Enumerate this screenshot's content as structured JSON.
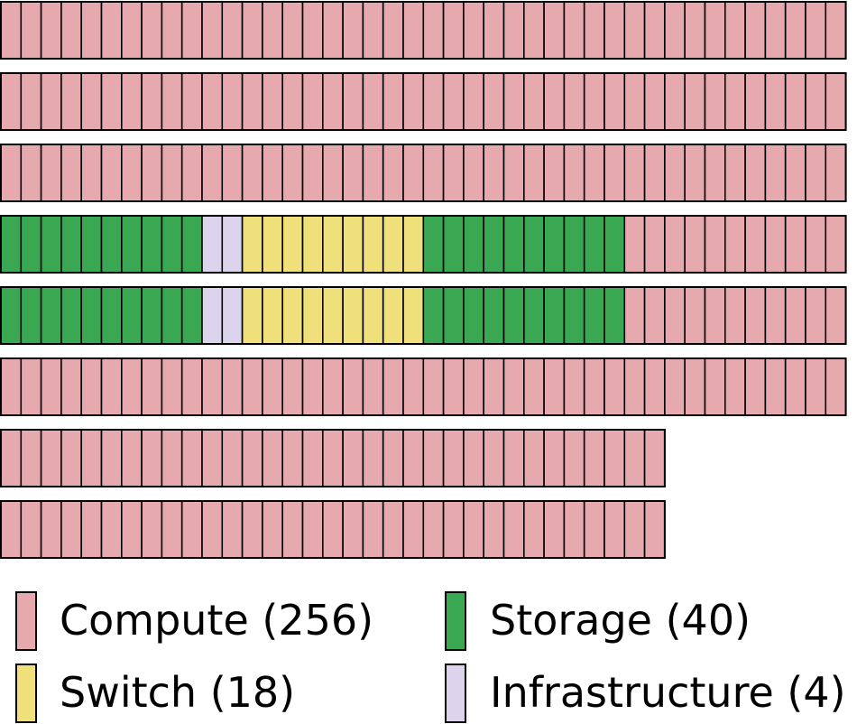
{
  "colors": {
    "compute": "#e6a9ad",
    "storage": "#3aa853",
    "switch": "#efe07c",
    "infrastructure": "#dcd4ec",
    "outline": "#000000"
  },
  "rows": [
    {
      "segments": [
        {
          "type": "compute",
          "count": 42
        }
      ]
    },
    {
      "segments": [
        {
          "type": "compute",
          "count": 42
        }
      ]
    },
    {
      "segments": [
        {
          "type": "compute",
          "count": 42
        }
      ]
    },
    {
      "segments": [
        {
          "type": "storage",
          "count": 10
        },
        {
          "type": "infrastructure",
          "count": 2
        },
        {
          "type": "switch",
          "count": 9
        },
        {
          "type": "storage",
          "count": 10
        },
        {
          "type": "compute",
          "count": 11
        }
      ]
    },
    {
      "segments": [
        {
          "type": "storage",
          "count": 10
        },
        {
          "type": "infrastructure",
          "count": 2
        },
        {
          "type": "switch",
          "count": 9
        },
        {
          "type": "storage",
          "count": 10
        },
        {
          "type": "compute",
          "count": 11
        }
      ]
    },
    {
      "segments": [
        {
          "type": "compute",
          "count": 42
        }
      ]
    },
    {
      "segments": [
        {
          "type": "compute",
          "count": 33
        }
      ]
    },
    {
      "segments": [
        {
          "type": "compute",
          "count": 33
        }
      ]
    }
  ],
  "legend": [
    {
      "type": "compute",
      "label": "Compute (256)"
    },
    {
      "type": "storage",
      "label": "Storage (40)"
    },
    {
      "type": "switch",
      "label": "Switch (18)"
    },
    {
      "type": "infrastructure",
      "label": "Infrastructure (4)"
    }
  ]
}
